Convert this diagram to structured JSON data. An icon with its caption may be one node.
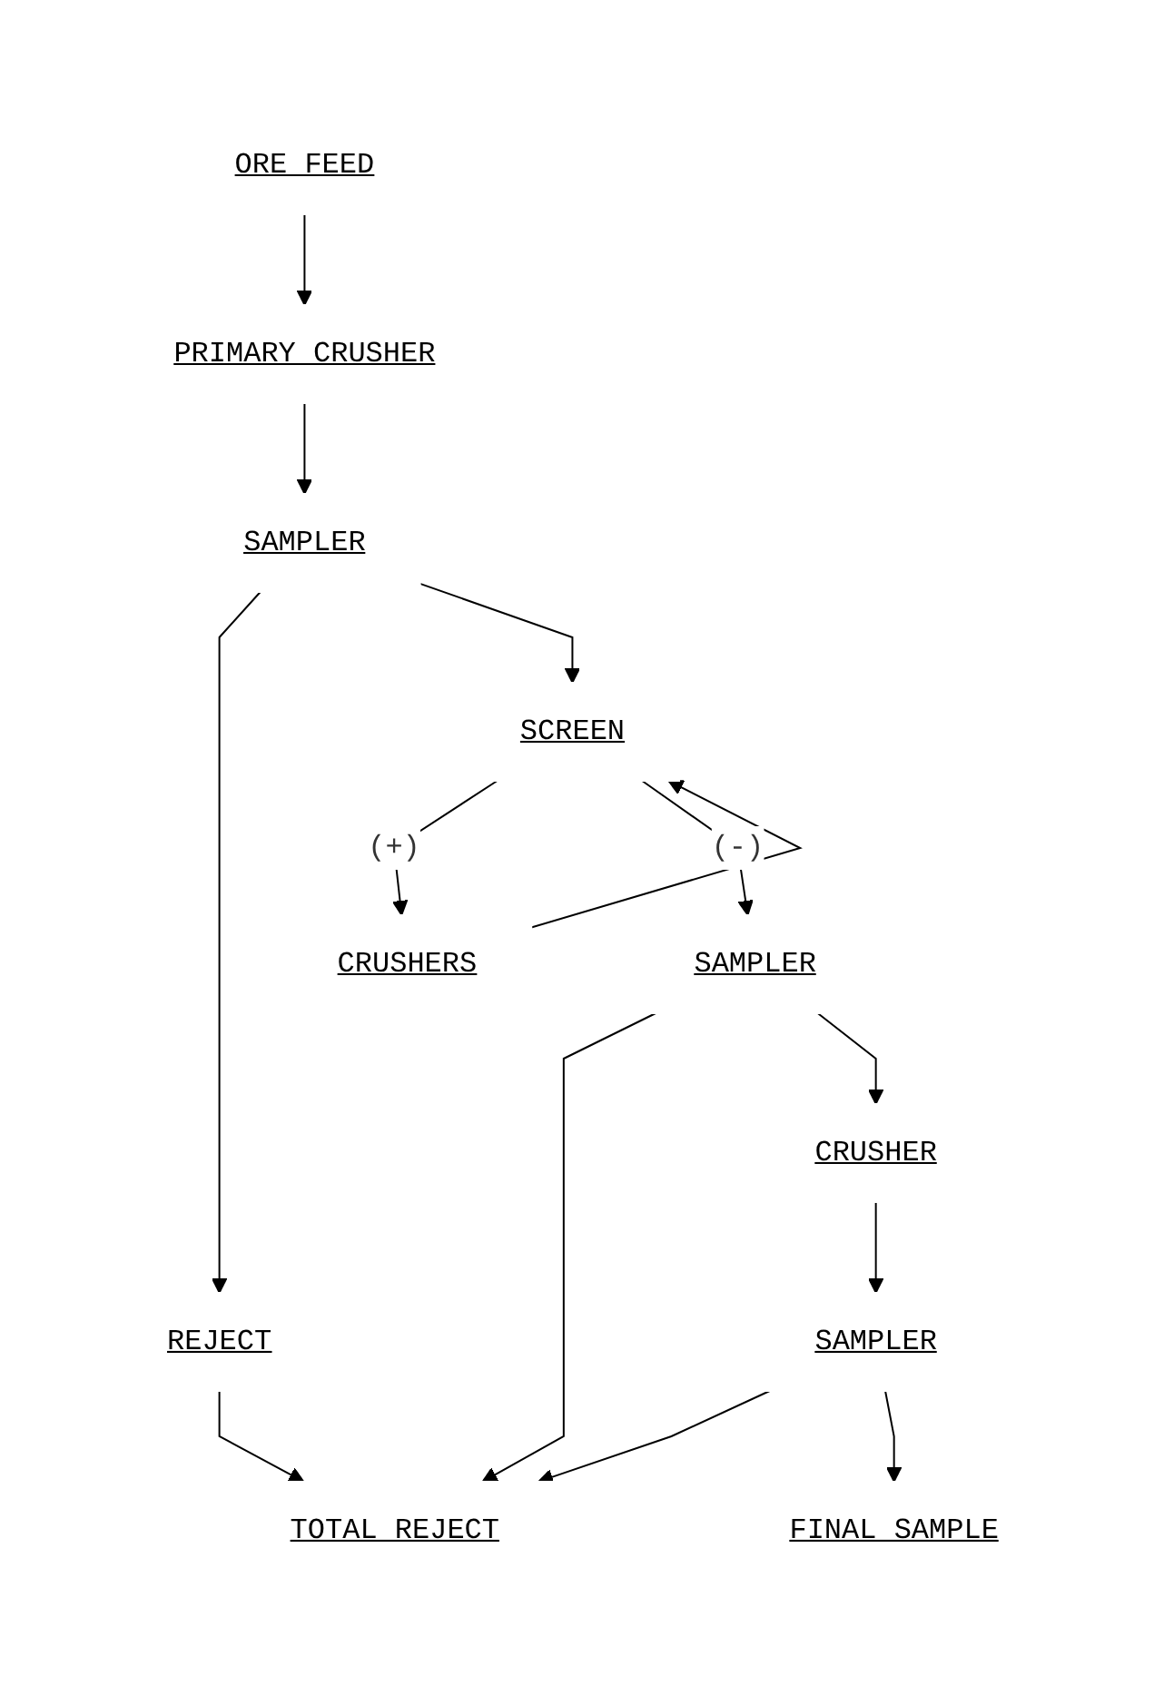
{
  "diagram": {
    "nodes": [
      {
        "text": [
          "ORE FEED"
        ]
      },
      {
        "text": [
          "PRIMARY CRUSHER"
        ]
      },
      {
        "text": [
          "SAMPLER"
        ]
      },
      {
        "text": [
          "REJECT"
        ]
      },
      {
        "text": [
          "SCREEN"
        ]
      },
      {
        "text": [
          "CRUSHERS"
        ]
      },
      {
        "text": [
          "SAMPLER"
        ]
      },
      {
        "text": [
          "CRUSHER"
        ]
      },
      {
        "text": [
          "SAMPLER"
        ]
      },
      {
        "text": [
          "FINAL SAMPLE"
        ]
      },
      {
        "text": [
          "TOTAL REJECT"
        ]
      }
    ],
    "edges": [
      {
        "from": 0,
        "to": 1,
        "arrow": "to"
      },
      {
        "from": 1,
        "to": 2,
        "arrow": "to"
      },
      {
        "from": 2,
        "to": 3,
        "arrow": "to"
      },
      {
        "from": 2,
        "to": 4,
        "arrow": "to"
      },
      {
        "from": 4,
        "to": 5,
        "label": "(+)",
        "arrow": "to"
      },
      {
        "from": 4,
        "to": 6,
        "label": "(-)",
        "arrow": "to"
      },
      {
        "from": 5,
        "to": 4,
        "arrow": "to"
      },
      {
        "from": 6,
        "to": 10,
        "arrow": "to"
      },
      {
        "from": 6,
        "to": 7,
        "arrow": "to"
      },
      {
        "from": 7,
        "to": 8,
        "arrow": "to"
      },
      {
        "from": 8,
        "to": 10,
        "arrow": "to"
      },
      {
        "from": 8,
        "to": 9,
        "arrow": "to"
      },
      {
        "from": 3,
        "to": 10,
        "arrow": "to"
      }
    ]
  }
}
